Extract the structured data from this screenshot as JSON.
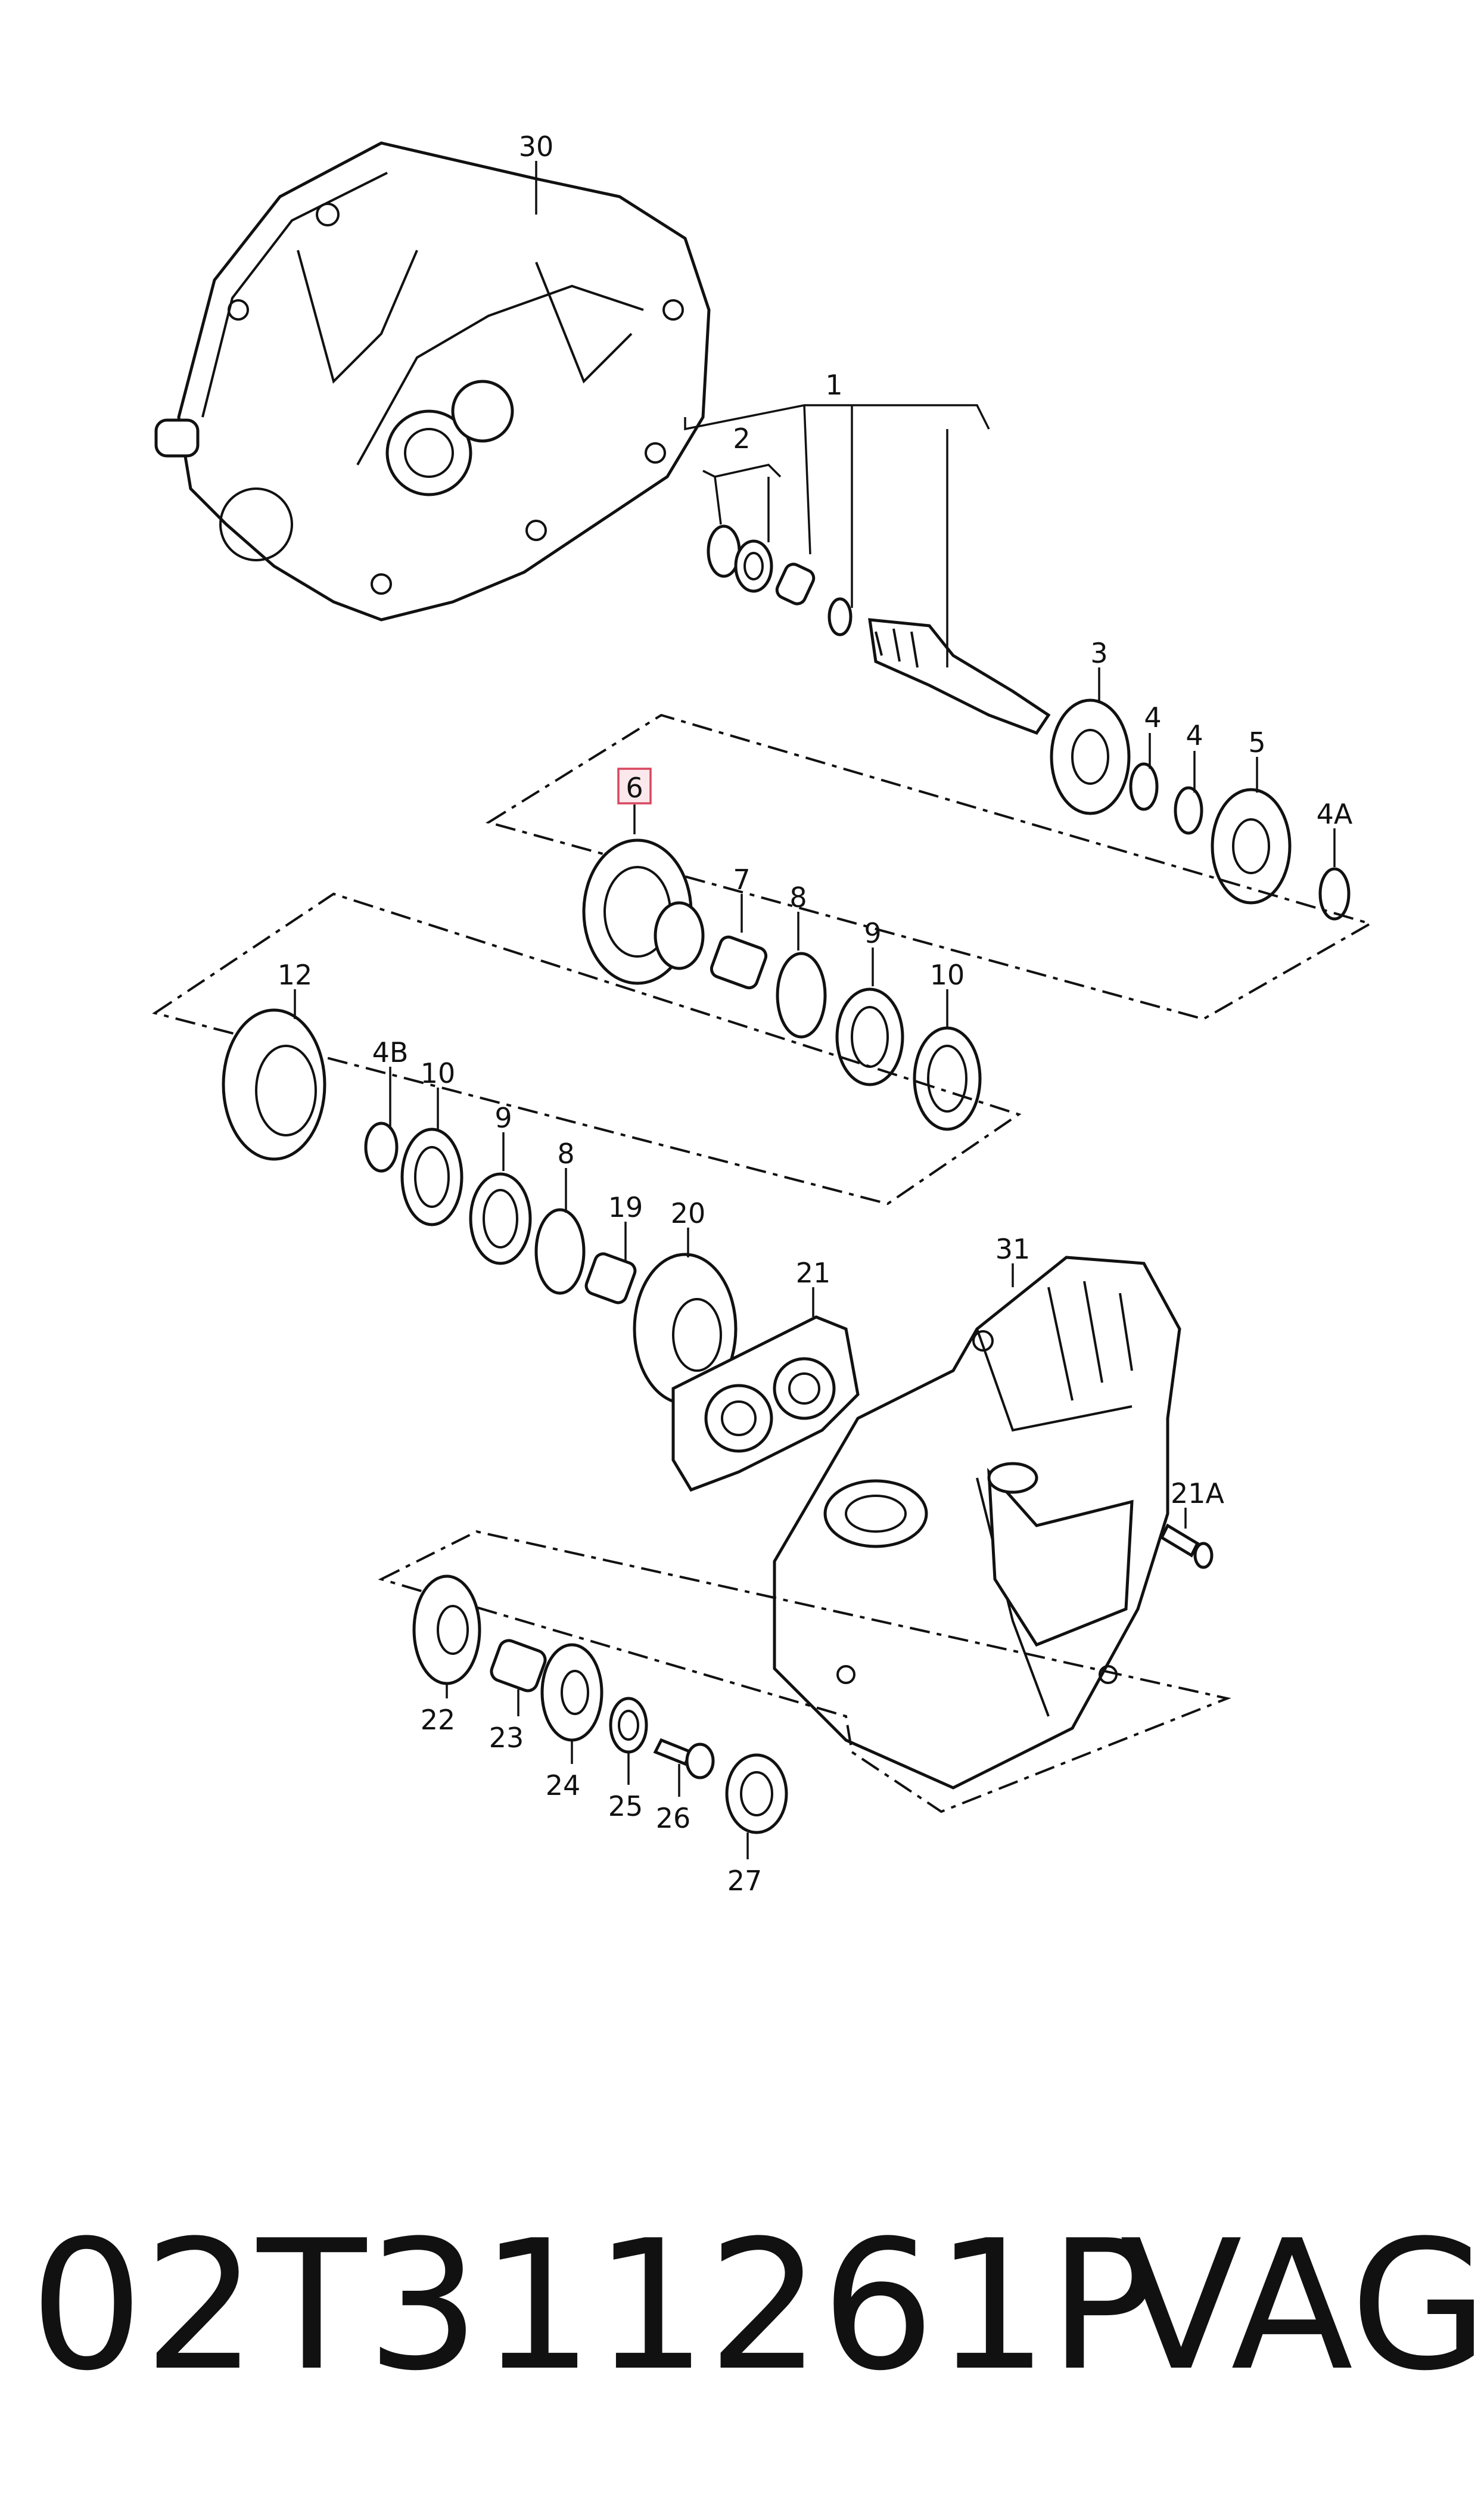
{
  "diagram": {
    "labels": {
      "l30": "30",
      "l1": "1",
      "l2": "2",
      "l3": "3",
      "l4a": "4",
      "l4b": "4",
      "l5": "5",
      "l4A": "4A",
      "l6": "6",
      "l7": "7",
      "l8a": "8",
      "l9a": "9",
      "l10a": "10",
      "l12": "12",
      "l4B": "4B",
      "l10b": "10",
      "l9b": "9",
      "l8b": "8",
      "l19": "19",
      "l20": "20",
      "l21": "21",
      "l31": "31",
      "l21A": "21A",
      "l22": "22",
      "l23": "23",
      "l24": "24",
      "l25": "25",
      "l26": "26",
      "l27": "27"
    },
    "highlighted_part": "6",
    "highlight_color": "#d8475f"
  },
  "caption": {
    "part_number": "02T311261P",
    "brand": "VAG"
  }
}
